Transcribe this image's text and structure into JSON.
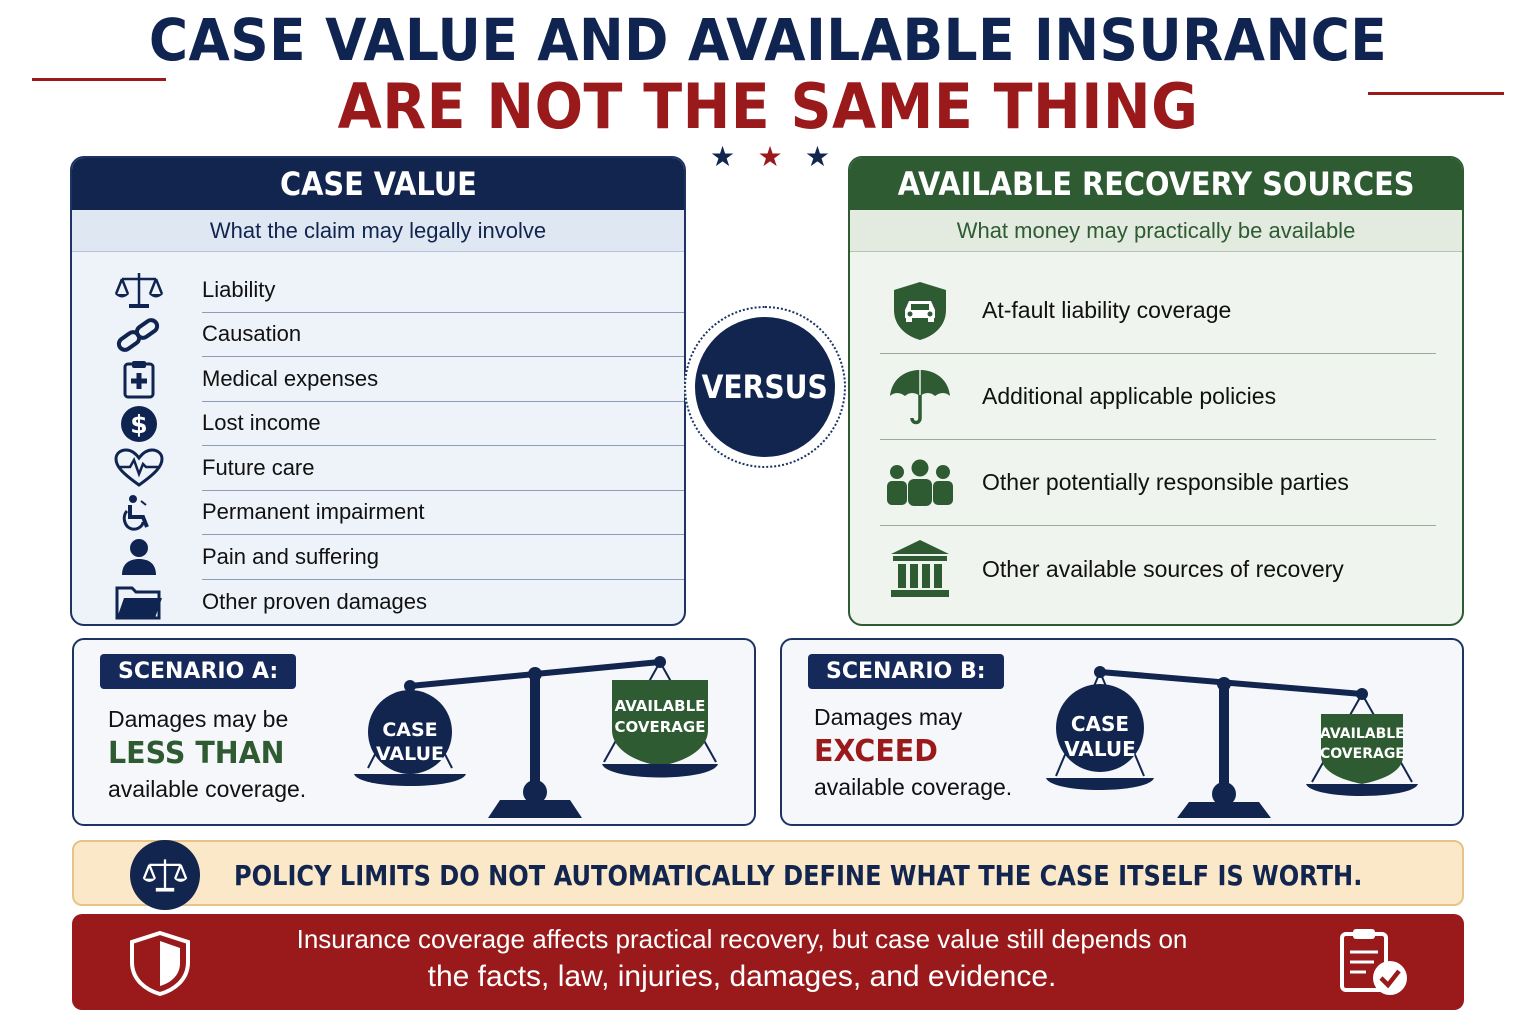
{
  "header": {
    "title_line1": "CASE VALUE AND AVAILABLE INSURANCE",
    "title_line2": "ARE NOT THE SAME THING",
    "stars": [
      "★",
      "★",
      "★"
    ]
  },
  "case_value": {
    "title": "CASE VALUE",
    "subtitle": "What the claim may legally involve",
    "items": [
      {
        "label": "Liability",
        "icon": "scales-icon"
      },
      {
        "label": "Causation",
        "icon": "chain-link-icon"
      },
      {
        "label": "Medical expenses",
        "icon": "medical-clipboard-icon"
      },
      {
        "label": "Lost income",
        "icon": "dollar-icon"
      },
      {
        "label": "Future care",
        "icon": "heartbeat-icon"
      },
      {
        "label": "Permanent impairment",
        "icon": "wheelchair-icon"
      },
      {
        "label": "Pain and suffering",
        "icon": "person-icon"
      },
      {
        "label": "Other proven damages",
        "icon": "folder-icon"
      }
    ]
  },
  "versus": {
    "label": "VERSUS"
  },
  "recovery_sources": {
    "title": "AVAILABLE RECOVERY SOURCES",
    "subtitle": "What money may practically be available",
    "items": [
      {
        "label": "At-fault liability coverage",
        "icon": "car-shield-icon"
      },
      {
        "label": "Additional applicable policies",
        "icon": "umbrella-icon"
      },
      {
        "label": "Other potentially responsible parties",
        "icon": "group-icon"
      },
      {
        "label": "Other available sources of recovery",
        "icon": "bank-icon"
      }
    ]
  },
  "scenario_a": {
    "badge": "SCENARIO A:",
    "line1": "Damages may be",
    "emphasis": "LESS THAN",
    "line3": "available coverage.",
    "left_weight": "CASE VALUE",
    "right_weight": "AVAILABLE COVERAGE"
  },
  "scenario_b": {
    "badge": "SCENARIO B:",
    "line1": "Damages may",
    "emphasis": "EXCEED",
    "line3": "available coverage.",
    "left_weight": "CASE VALUE",
    "right_weight": "AVAILABLE COVERAGE"
  },
  "policy_banner": {
    "text": "POLICY LIMITS DO NOT AUTOMATICALLY DEFINE WHAT THE CASE ITSELF IS WORTH."
  },
  "footer": {
    "line1": "Insurance coverage affects practical recovery, but case value still depends on",
    "line2": "the facts, law, injuries, damages, and evidence."
  },
  "colors": {
    "navy": "#11254f",
    "red": "#9a1a1c",
    "green": "#2e5b31",
    "banner_fill": "#fbe8c8"
  }
}
